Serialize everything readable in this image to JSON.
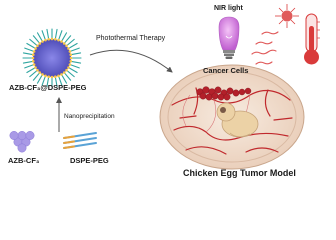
{
  "labels": {
    "photothermal": "Photothermal Therapy",
    "nir": "NIR light",
    "nanoparticle": "AZB-CF₃@DSPE-PEG",
    "cancer": "Cancer  Cells",
    "nanoprecipitation": "Nanoprecipitation",
    "azb": "AZB-CF₃",
    "dspe": "DSPE-PEG",
    "model": "Chicken Egg Tumor Model"
  },
  "colors": {
    "nanoparticle_core": "#6d6bd4",
    "nanoparticle_spokes": "#2fa5a0",
    "azb_molecule": "#a99ae6",
    "dspe_chain": "#5aa3d6",
    "bulb": "#d38ae0",
    "heat_waves": "#e05a5a",
    "thermometer": "#d93b3b",
    "egg_shell": "#f4e3d3",
    "vessels": "#c0282c",
    "cancer_cells": "#b3202a",
    "embryo": "#ecd2a6"
  },
  "icons": [
    "bulb-icon",
    "heat-wave-icon",
    "thermometer-icon",
    "virus-icon",
    "arrow-icon"
  ]
}
